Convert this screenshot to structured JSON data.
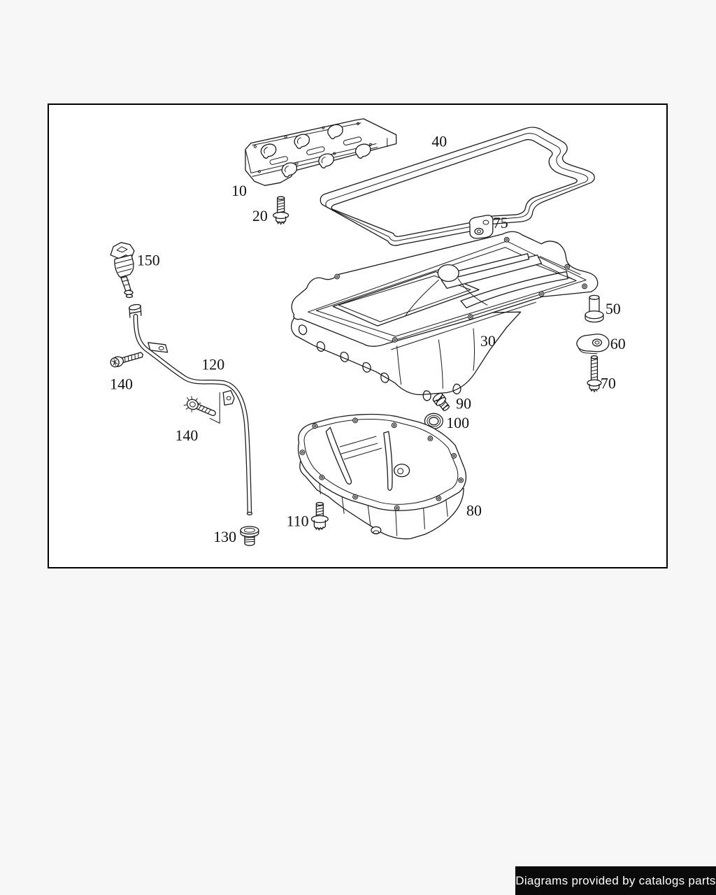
{
  "page": {
    "background": "#f7f7f7"
  },
  "diagram": {
    "ink_color": "#1a1a1a",
    "paper_color": "#ffffff",
    "callouts": {
      "c10": {
        "label": "10",
        "depicts": "baffle-plate"
      },
      "c20": {
        "label": "20",
        "depicts": "screw"
      },
      "c40": {
        "label": "40",
        "depicts": "oil-pan-gasket"
      },
      "c75": {
        "label": "75",
        "depicts": "small-bracket-with-holes"
      },
      "c30": {
        "label": "30",
        "depicts": "upper-oil-pan"
      },
      "c50": {
        "label": "50",
        "depicts": "plug-bolt"
      },
      "c60": {
        "label": "60",
        "depicts": "retaining-bracket"
      },
      "c70": {
        "label": "70",
        "depicts": "long-screw"
      },
      "c90": {
        "label": "90",
        "depicts": "hex-plug"
      },
      "c100": {
        "label": "100",
        "depicts": "seal-ring"
      },
      "c80": {
        "label": "80",
        "depicts": "lower-oil-pan"
      },
      "c110": {
        "label": "110",
        "depicts": "screw"
      },
      "c130": {
        "label": "130",
        "depicts": "drain-plug"
      },
      "c120": {
        "label": "120",
        "depicts": "dipstick-guide-tube"
      },
      "c140a": {
        "label": "140",
        "depicts": "mounting-screw"
      },
      "c140b": {
        "label": "140",
        "depicts": "mounting-screw"
      },
      "c150": {
        "label": "150",
        "depicts": "oil-dipstick"
      }
    }
  },
  "footer": {
    "text": "Diagrams provided by catalogs parts",
    "background": "#0a0a0a",
    "color": "#ffffff"
  }
}
